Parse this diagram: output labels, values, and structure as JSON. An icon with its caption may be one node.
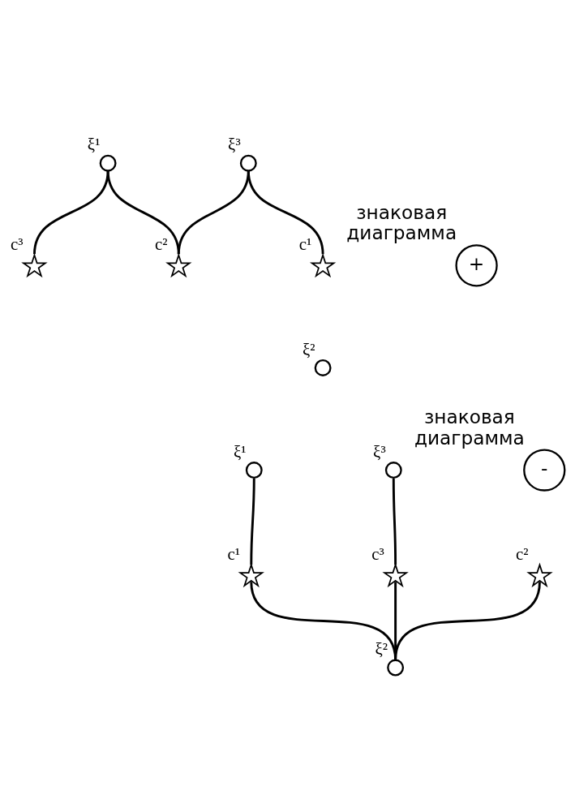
{
  "diagram": {
    "nodes": [
      {
        "text": [],
        "shape": "circle",
        "beside": [
          "ξ¹"
        ]
      },
      {
        "text": [],
        "shape": "circle",
        "beside": [
          "ξ³"
        ]
      },
      {
        "text": [],
        "shape": "star",
        "beside": [
          "c²"
        ]
      },
      {
        "text": [
          "+"
        ],
        "beside": [
          "знаковая",
          "диаграмма"
        ]
      },
      {
        "text": [],
        "shape": "star",
        "beside": [
          "c¹"
        ]
      },
      {
        "text": [],
        "shape": "star",
        "beside": [
          "c³"
        ]
      },
      {
        "text": [],
        "shape": "circle",
        "beside": [
          "ξ²"
        ]
      },
      {
        "text": [],
        "shape": "circle",
        "beside": [
          "ξ¹"
        ]
      },
      {
        "text": [],
        "shape": "circle",
        "beside": [
          "ξ³"
        ]
      },
      {
        "text": [
          "-"
        ],
        "beside": [
          "знаковая",
          "диаграмма"
        ]
      },
      {
        "text": [],
        "shape": "star",
        "beside": [
          "c²"
        ]
      },
      {
        "text": [],
        "shape": "star",
        "beside": [
          "c¹"
        ]
      },
      {
        "text": [],
        "shape": "star",
        "beside": [
          "c³"
        ]
      },
      {
        "text": [],
        "shape": "circle",
        "beside": [
          "ξ²"
        ]
      }
    ],
    "edges": [
      {
        "from": 0,
        "to": 2,
        "arrow": "none"
      },
      {
        "from": 1,
        "to": 2,
        "arrow": "none"
      },
      {
        "from": 0,
        "to": 5,
        "arrow": "none"
      },
      {
        "from": 1,
        "to": 4,
        "arrow": "none"
      },
      {
        "from": 7,
        "to": 11,
        "arrow": "none"
      },
      {
        "from": 8,
        "to": 12,
        "arrow": "none"
      },
      {
        "from": 11,
        "to": 13,
        "arrow": "none"
      },
      {
        "from": 10,
        "to": 13,
        "arrow": "none"
      },
      {
        "from": 12,
        "to": 13,
        "arrow": "none"
      }
    ]
  }
}
